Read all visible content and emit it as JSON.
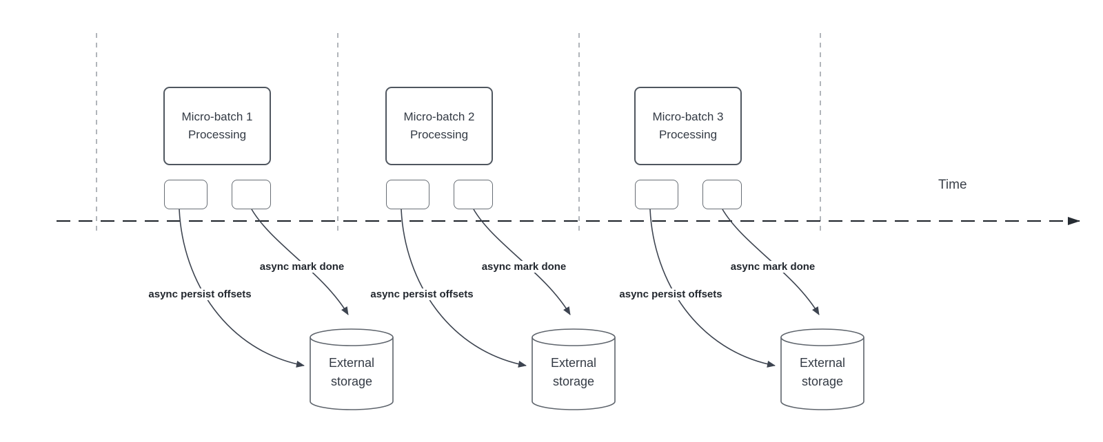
{
  "diagram": {
    "time_label": "Time",
    "columns": [
      {
        "title": "Micro-batch 1\nProcessing",
        "persist_label": "async persist offsets",
        "done_label": "async mark done",
        "storage_label": "External\nstorage"
      },
      {
        "title": "Micro-batch 2\nProcessing",
        "persist_label": "async persist offsets",
        "done_label": "async mark done",
        "storage_label": "External\nstorage"
      },
      {
        "title": "Micro-batch 3\nProcessing",
        "persist_label": "async persist offsets",
        "done_label": "async mark done",
        "storage_label": "External\nstorage"
      }
    ],
    "colors": {
      "timeline": "#1a1f26",
      "curve": "#3d4450",
      "divider": "#b1b5ba",
      "box_border": "#4f565f",
      "text": "#333a44",
      "label_text": "#22272e"
    }
  }
}
